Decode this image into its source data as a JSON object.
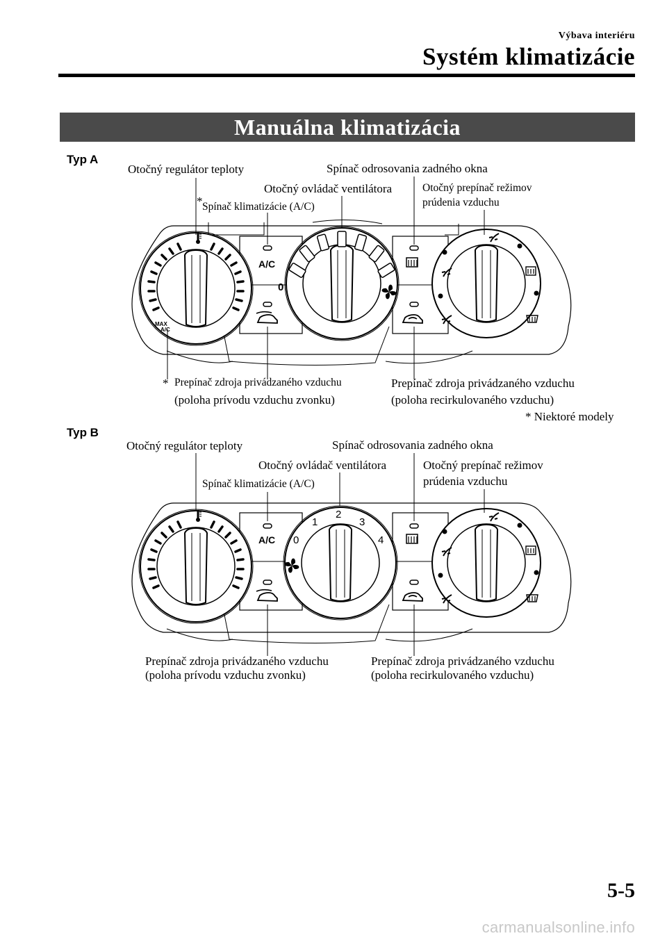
{
  "header": {
    "section": "Výbava interiéru",
    "title": "Systém klimatizácie"
  },
  "banner": "Manuálna klimatizácia",
  "type_a": {
    "label": "Typ A",
    "callouts": {
      "temperature_dial": "Otočný regulátor teploty",
      "rear_defroster": "Spínač odrosovania zadného okna",
      "fan_control": "Otočný ovládač ventilátora",
      "mode_selector_line1": "Otočný prepínač režimov",
      "mode_selector_line2": "prúdenia vzduchu",
      "ac_switch": "Spínač klimatizácie (A/C)",
      "ac_asterisk": "*",
      "intake_outside_line1": "Prepínač zdroja privádzaného vzduchu",
      "intake_outside_line2": "(poloha prívodu vzduchu zvonku)",
      "intake_outside_asterisk": "*",
      "intake_recirc_line1": "Prepínač zdroja privádzaného vzduchu",
      "intake_recirc_line2": "(poloha recirkulovaného vzduchu)",
      "footnote": "* Niektoré modely"
    },
    "panel_text": {
      "ac": "A/C",
      "fan_off": "0",
      "max_line1": "MAX",
      "max_line2": "A/C"
    }
  },
  "type_b": {
    "label": "Typ B",
    "callouts": {
      "temperature_dial": "Otočný regulátor teploty",
      "rear_defroster": "Spínač odrosovania zadného okna",
      "fan_control": "Otočný ovládač ventilátora",
      "mode_selector_line1": "Otočný prepínač režimov",
      "mode_selector_line2": "prúdenia vzduchu",
      "ac_switch": "Spínač klimatizácie (A/C)",
      "intake_outside_line1": "Prepínač zdroja privádzaného vzduchu",
      "intake_outside_line2": "(poloha prívodu vzduchu zvonku)",
      "intake_recirc_line1": "Prepínač zdroja privádzaného vzduchu",
      "intake_recirc_line2": "(poloha recirkulovaného vzduchu)"
    },
    "panel_text": {
      "ac": "A/C",
      "fan_0": "0",
      "fan_1": "1",
      "fan_2": "2",
      "fan_3": "3",
      "fan_4": "4"
    }
  },
  "page_number": "5-5",
  "watermark": "carmanualsonline.info"
}
